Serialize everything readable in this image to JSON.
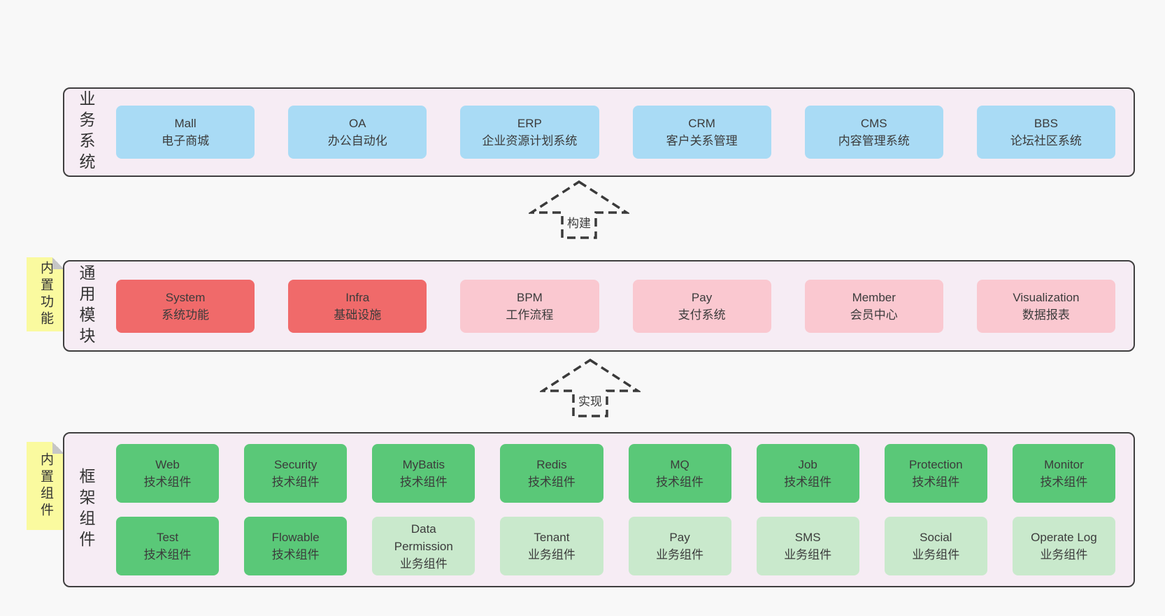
{
  "palette": {
    "bg": "#f8f8f8",
    "band_fill": "#f6ecf4",
    "band_border": "#3f3f3f",
    "blue": "#a9dbf5",
    "red": "#f06a6a",
    "pink": "#fac8d0",
    "green": "#5ac878",
    "green_light": "#c9e9cc",
    "note_yellow": "#fafa9f",
    "fold_gray": "#c6c6c6",
    "text": "#3b3b3b"
  },
  "bands": {
    "business": {
      "label": "业务系统",
      "boxes": [
        {
          "title": "Mall",
          "subtitle": "电子商城"
        },
        {
          "title": "OA",
          "subtitle": "办公自动化"
        },
        {
          "title": "ERP",
          "subtitle": "企业资源计划系统"
        },
        {
          "title": "CRM",
          "subtitle": "客户关系管理"
        },
        {
          "title": "CMS",
          "subtitle": "内容管理系统"
        },
        {
          "title": "BBS",
          "subtitle": "论坛社区系统"
        }
      ]
    },
    "modules": {
      "label": "通用模块",
      "note": "内置功能",
      "boxes": [
        {
          "title": "System",
          "subtitle": "系统功能",
          "variant": "red"
        },
        {
          "title": "Infra",
          "subtitle": "基础设施",
          "variant": "red"
        },
        {
          "title": "BPM",
          "subtitle": "工作流程",
          "variant": "pink"
        },
        {
          "title": "Pay",
          "subtitle": "支付系统",
          "variant": "pink"
        },
        {
          "title": "Member",
          "subtitle": "会员中心",
          "variant": "pink"
        },
        {
          "title": "Visualization",
          "subtitle": "数据报表",
          "variant": "pink"
        }
      ]
    },
    "components": {
      "label": "框架组件",
      "note": "内置组件",
      "row1": [
        {
          "title": "Web",
          "subtitle": "技术组件",
          "variant": "green"
        },
        {
          "title": "Security",
          "subtitle": "技术组件",
          "variant": "green"
        },
        {
          "title": "MyBatis",
          "subtitle": "技术组件",
          "variant": "green"
        },
        {
          "title": "Redis",
          "subtitle": "技术组件",
          "variant": "green"
        },
        {
          "title": "MQ",
          "subtitle": "技术组件",
          "variant": "green"
        },
        {
          "title": "Job",
          "subtitle": "技术组件",
          "variant": "green"
        },
        {
          "title": "Protection",
          "subtitle": "技术组件",
          "variant": "green"
        },
        {
          "title": "Monitor",
          "subtitle": "技术组件",
          "variant": "green"
        }
      ],
      "row2": [
        {
          "title": "Test",
          "subtitle": "技术组件",
          "variant": "green"
        },
        {
          "title": "Flowable",
          "subtitle": "技术组件",
          "variant": "green"
        },
        {
          "title": "Data Permission",
          "subtitle": "业务组件",
          "variant": "green-light"
        },
        {
          "title": "Tenant",
          "subtitle": "业务组件",
          "variant": "green-light"
        },
        {
          "title": "Pay",
          "subtitle": "业务组件",
          "variant": "green-light"
        },
        {
          "title": "SMS",
          "subtitle": "业务组件",
          "variant": "green-light"
        },
        {
          "title": "Social",
          "subtitle": "业务组件",
          "variant": "green-light"
        },
        {
          "title": "Operate Log",
          "subtitle": "业务组件",
          "variant": "green-light"
        }
      ]
    }
  },
  "arrows": {
    "build": {
      "label": "构建"
    },
    "implement": {
      "label": "实现"
    }
  }
}
